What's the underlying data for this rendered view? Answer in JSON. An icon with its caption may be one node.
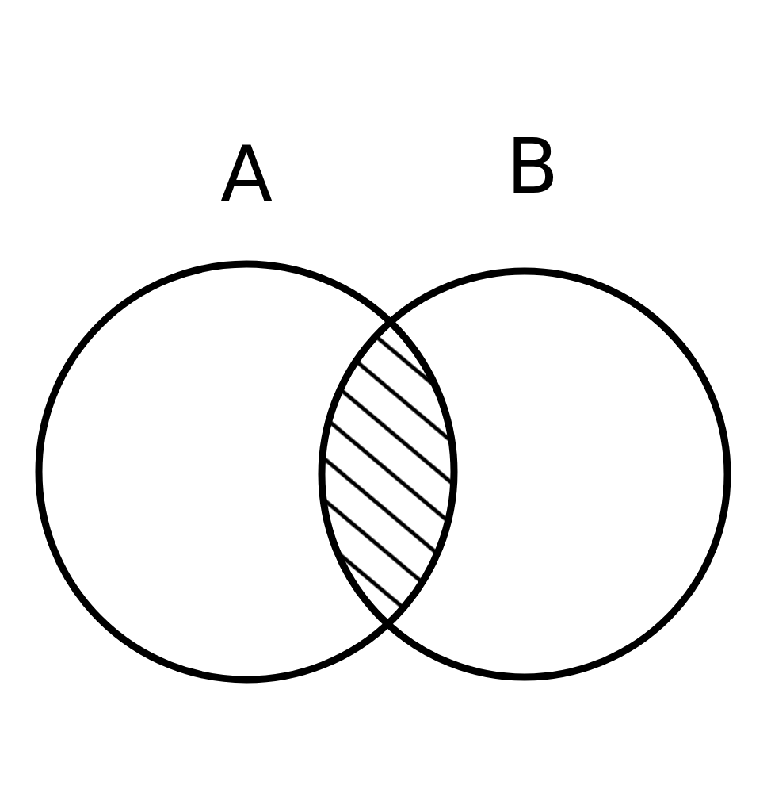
{
  "diagram": {
    "nodes": [
      {
        "text": [
          "A"
        ]
      },
      {
        "text": [
          "B"
        ]
      },
      {
        "text": [],
        "shape": "lens"
      }
    ]
  }
}
